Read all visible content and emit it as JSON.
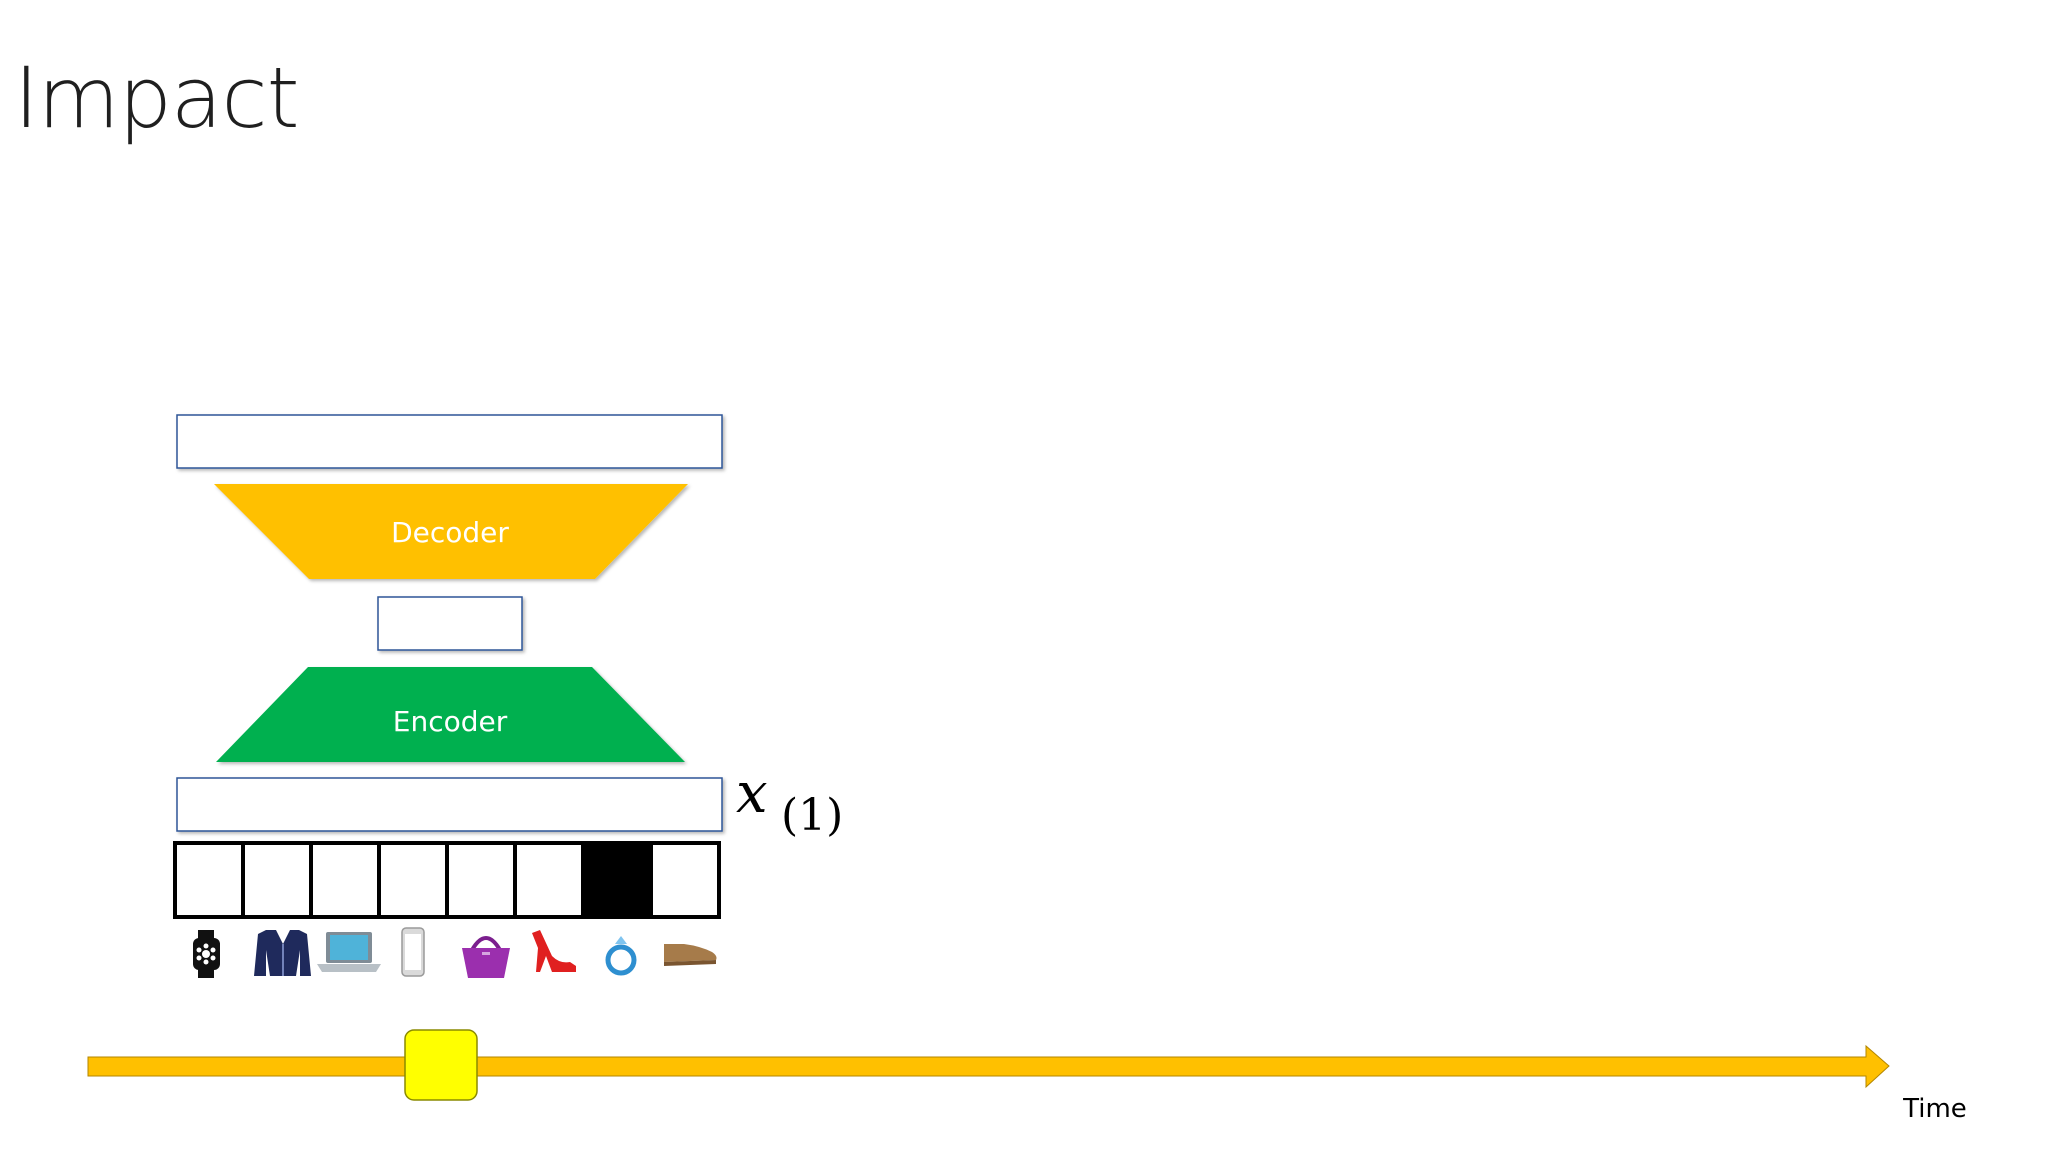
{
  "slide": {
    "title": "Impact"
  },
  "diagram": {
    "decoder_label": "Decoder",
    "encoder_label": "Encoder",
    "input_var": "x",
    "input_subscript": "(1)",
    "time_label": "Time",
    "one_hot": [
      0,
      0,
      0,
      0,
      0,
      0,
      1,
      0
    ],
    "products": [
      {
        "name": "smartwatch-icon"
      },
      {
        "name": "jacket-icon"
      },
      {
        "name": "laptop-icon"
      },
      {
        "name": "phone-icon"
      },
      {
        "name": "handbag-icon"
      },
      {
        "name": "high-heel-icon"
      },
      {
        "name": "ring-icon"
      },
      {
        "name": "shoe-icon"
      }
    ],
    "colors": {
      "decoder": "#FFC000",
      "encoder": "#00B050",
      "box_border": "#2F5597",
      "timeline": "#FFC000",
      "marker": "#FFFF00"
    }
  }
}
